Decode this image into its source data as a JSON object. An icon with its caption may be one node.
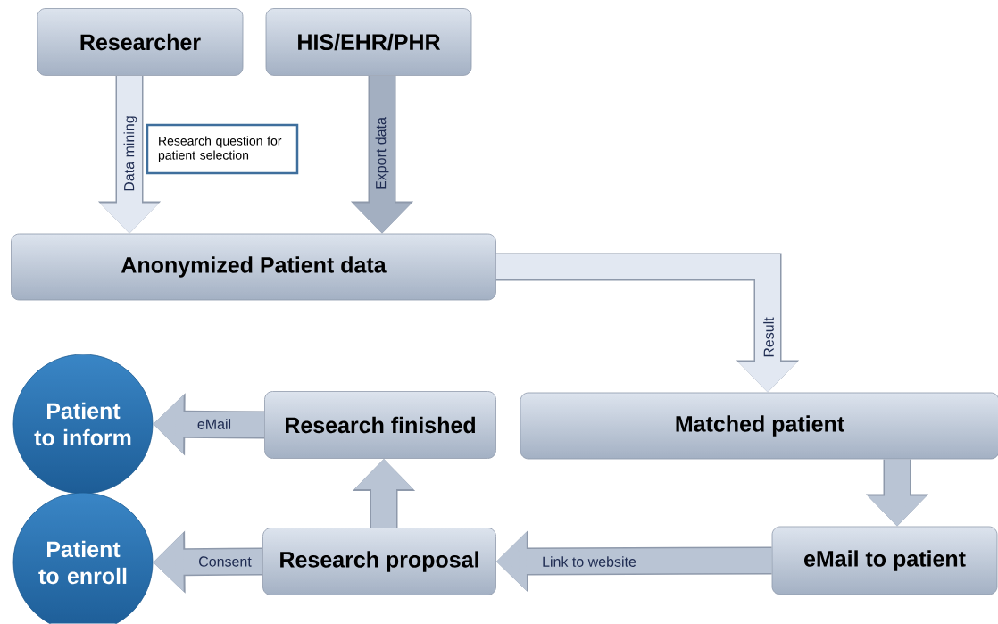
{
  "diagram": {
    "nodes": [
      {
        "text": [
          "Researcher"
        ]
      },
      {
        "text": [
          "HIS/EHR/PHR"
        ]
      },
      {
        "text": [
          "Research question for patient selection"
        ]
      },
      {
        "text": [
          "Anonymized Patient data"
        ]
      },
      {
        "text": [
          "Patient to inform"
        ]
      },
      {
        "text": [
          "Research finished"
        ]
      },
      {
        "text": [
          "Matched patient"
        ]
      },
      {
        "text": [
          "Patient to enroll"
        ]
      },
      {
        "text": [
          "Research proposal"
        ]
      },
      {
        "text": [
          "eMail to patient"
        ]
      }
    ],
    "edges": [
      {
        "from": 0,
        "to": 3,
        "arrow": "to",
        "label": "Data mining",
        "color": "#e2e8f2"
      },
      {
        "from": 1,
        "to": 3,
        "arrow": "to",
        "label": "Export data",
        "color": "#a3afc1"
      },
      {
        "from": 3,
        "to": 6,
        "arrow": "to",
        "label": "Result",
        "color": "#e2e8f2"
      },
      {
        "from": 6,
        "to": 9,
        "arrow": "to"
      },
      {
        "from": 9,
        "to": 8,
        "arrow": "to",
        "label": "Link to website"
      },
      {
        "from": 8,
        "to": 5,
        "arrow": "to"
      },
      {
        "from": 5,
        "to": 4,
        "arrow": "to",
        "label": "eMail"
      },
      {
        "from": 8,
        "to": 7,
        "arrow": "to",
        "label": "Consent"
      }
    ]
  }
}
